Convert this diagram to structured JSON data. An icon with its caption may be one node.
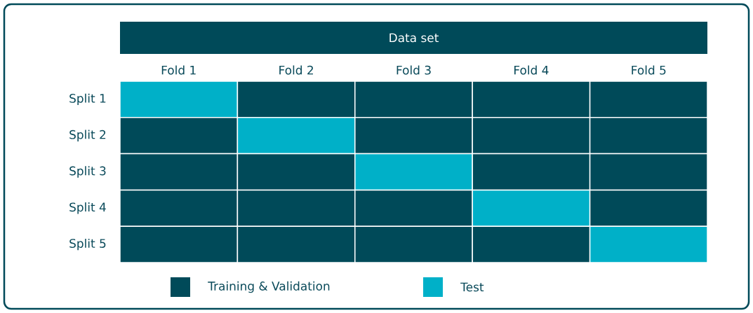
{
  "diagram": {
    "nodes": [
      {
        "text": [
          "Data set"
        ]
      },
      {
        "text": [],
        "shape": "box"
      },
      {
        "text": [],
        "shape": "box"
      },
      {
        "text": [],
        "shape": "box"
      },
      {
        "text": [],
        "shape": "box"
      },
      {
        "text": [],
        "shape": "box"
      },
      {
        "text": [],
        "shape": "box"
      },
      {
        "text": [],
        "shape": "box"
      },
      {
        "text": [],
        "shape": "box"
      },
      {
        "text": [],
        "shape": "box"
      },
      {
        "text": [],
        "shape": "box"
      },
      {
        "text": [],
        "shape": "box"
      },
      {
        "text": [],
        "shape": "box"
      },
      {
        "text": [],
        "shape": "box"
      },
      {
        "text": [],
        "shape": "box"
      },
      {
        "text": [],
        "shape": "box"
      },
      {
        "text": [],
        "shape": "box"
      },
      {
        "text": [],
        "shape": "box"
      },
      {
        "text": [],
        "shape": "box"
      },
      {
        "text": [],
        "shape": "box"
      },
      {
        "text": [],
        "shape": "box"
      },
      {
        "text": [],
        "shape": "box"
      },
      {
        "text": [],
        "shape": "box"
      },
      {
        "text": [],
        "shape": "box"
      },
      {
        "text": [],
        "shape": "box"
      },
      {
        "text": [],
        "shape": "box"
      }
    ],
    "labels": [
      "Fold 1",
      "Fold 2",
      "Fold 3",
      "Fold 4",
      "Fold 5",
      "Split 1",
      "Split 2",
      "Split 3",
      "Split 4",
      "Split 5"
    ],
    "legend": [
      {
        "text": "Training & Validation",
        "color": "#004a59"
      },
      {
        "text": "Test",
        "color": "#00b0c8"
      }
    ]
  }
}
